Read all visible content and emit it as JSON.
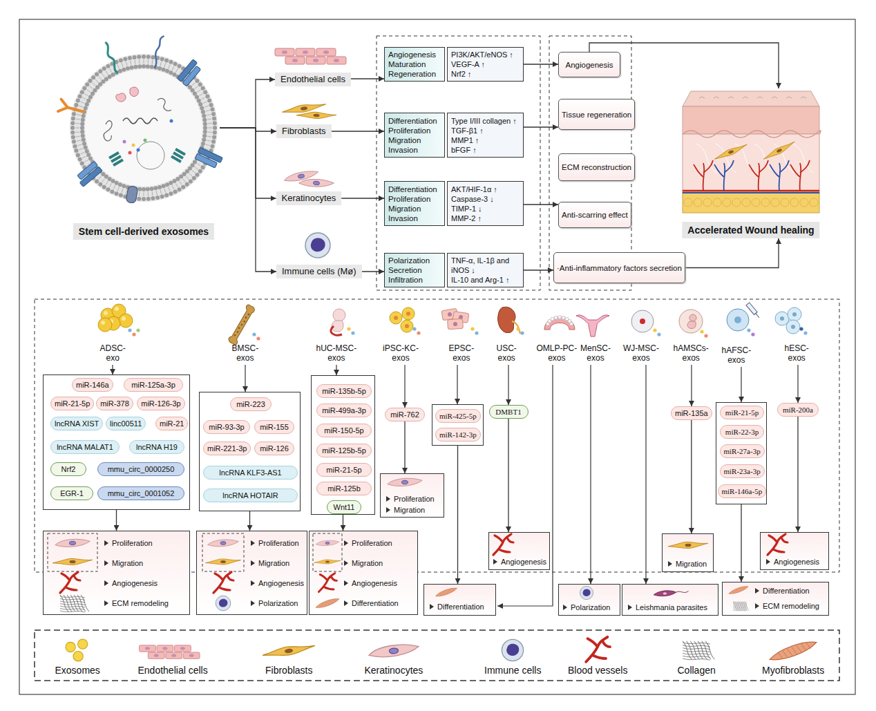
{
  "diagram": {
    "nodes": [
      {
        "text": [
          "Stem cell-derived exosomes"
        ]
      },
      {
        "text": [
          "Endothelial cells"
        ]
      },
      {
        "text": [
          "Fibroblasts"
        ]
      },
      {
        "text": [
          "Keratinocytes"
        ]
      },
      {
        "text": [
          "Immune cells (Mø)"
        ]
      },
      {
        "text": [
          "Angiogenesis",
          "Maturation",
          "Regeneration"
        ]
      },
      {
        "text": [
          "PI3K/AKT/eNOS ↑",
          "VEGF-A ↑",
          "Nrf2 ↑"
        ]
      },
      {
        "text": [
          "Differentiation",
          "Proliferation",
          "Migration",
          "Invasion"
        ]
      },
      {
        "text": [
          "Type I/III collagen ↑",
          "TGF-β1 ↑",
          "MMP1 ↑",
          "bFGF ↑"
        ]
      },
      {
        "text": [
          "Differentiation",
          "Proliferation",
          "Migration",
          "Invasion"
        ]
      },
      {
        "text": [
          "AKT/HIF-1α ↑",
          "Caspase-3 ↓",
          "TIMP-1 ↓",
          "MMP-2 ↑"
        ]
      },
      {
        "text": [
          "Polarization",
          "Secretion",
          "Infiltration"
        ]
      },
      {
        "text": [
          "TNF-α, IL-1β and iNOS ↓",
          "IL-10 and Arg-1 ↑"
        ]
      },
      {
        "text": [
          "Angiogenesis"
        ]
      },
      {
        "text": [
          "Tissue regeneration"
        ]
      },
      {
        "text": [
          "ECM reconstruction"
        ]
      },
      {
        "text": [
          "Anti-scarring effect"
        ]
      },
      {
        "text": [
          "·Anti-inflammatory factors secretion"
        ]
      },
      {
        "text": [
          "Accelerated Wound healing"
        ]
      },
      {
        "text": []
      },
      {
        "text": [
          "miR-146a"
        ],
        "in": 19
      },
      {
        "text": [
          "miR-125a-3p"
        ],
        "in": 19
      },
      {
        "text": [
          "miR-21-5p"
        ],
        "in": 19
      },
      {
        "text": [
          "miR-378"
        ],
        "in": 19
      },
      {
        "text": [
          "miR-126-3p"
        ],
        "in": 19
      },
      {
        "text": [
          "lncRNA XIST"
        ],
        "in": 19
      },
      {
        "text": [
          "linc00511"
        ],
        "in": 19
      },
      {
        "text": [
          "miR-21"
        ],
        "in": 19
      },
      {
        "text": [
          "lncRNA MALAT1"
        ],
        "in": 19
      },
      {
        "text": [
          "lncRNA H19"
        ],
        "in": 19
      },
      {
        "text": [
          "Nrf2"
        ],
        "in": 19
      },
      {
        "text": [
          "mmu_circ_0000250"
        ],
        "in": 19
      },
      {
        "text": [
          "EGR-1"
        ],
        "in": 19
      },
      {
        "text": [
          "mmu_circ_0001052"
        ],
        "in": 19
      },
      {
        "text": [
          "Proliferation",
          "Migration",
          "Angiogenesis",
          "ECM remodeling"
        ]
      },
      {
        "text": []
      },
      {
        "text": [
          "miR-223"
        ],
        "in": 35
      },
      {
        "text": [
          "miR-93-3p"
        ],
        "in": 35
      },
      {
        "text": [
          "miR-155"
        ],
        "in": 35
      },
      {
        "text": [
          "miR-221-3p"
        ],
        "in": 35
      },
      {
        "text": [
          "miR-126"
        ],
        "in": 35
      },
      {
        "text": [
          "lncRNA KLF3-AS1"
        ],
        "in": 35
      },
      {
        "text": [
          "lncRNA HOTAIR"
        ],
        "in": 35
      },
      {
        "text": [
          "Proliferation",
          "Migration",
          "Angiogenesis",
          "Polarization"
        ]
      },
      {
        "text": []
      },
      {
        "text": [
          "miR-135b-5p"
        ],
        "in": 44
      },
      {
        "text": [
          "miR-499a-3p"
        ],
        "in": 44
      },
      {
        "text": [
          "miR-150-5p"
        ],
        "in": 44
      },
      {
        "text": [
          "miR-125b-5p"
        ],
        "in": 44
      },
      {
        "text": [
          "miR-21-5p"
        ],
        "in": 44
      },
      {
        "text": [
          "miR-125b"
        ],
        "in": 44
      },
      {
        "text": [
          "Wnt11"
        ],
        "in": 44
      },
      {
        "text": [
          "Proliferation",
          "Migration",
          "Angiogenesis",
          "Differentiation"
        ]
      },
      {
        "text": [
          "miR-762"
        ]
      },
      {
        "text": [
          "Proliferation",
          "Migration"
        ]
      },
      {
        "text": []
      },
      {
        "text": [
          "miR-425-5p"
        ],
        "in": 55
      },
      {
        "text": [
          "miR-142-3p"
        ],
        "in": 55
      },
      {
        "text": [
          "Differentiation"
        ]
      },
      {
        "text": [
          "DMBT1"
        ]
      },
      {
        "text": [
          "Angiogenesis"
        ]
      },
      {
        "text": [
          "Polarization"
        ]
      },
      {
        "text": [
          "Leishmania parasites"
        ]
      },
      {
        "text": [
          "miR-135a"
        ]
      },
      {
        "text": [
          "Migration"
        ]
      },
      {
        "text": []
      },
      {
        "text": [
          "miR-21-5p"
        ],
        "in": 65
      },
      {
        "text": [
          "miR-22-3p"
        ],
        "in": 65
      },
      {
        "text": [
          "miR-27a-3p"
        ],
        "in": 65
      },
      {
        "text": [
          "miR-23a-3p"
        ],
        "in": 65
      },
      {
        "text": [
          "miR-146a-5p"
        ],
        "in": 65
      },
      {
        "text": [
          "Differentiation",
          "ECM remodeling"
        ]
      },
      {
        "text": [
          "miR-200a"
        ]
      },
      {
        "text": [
          "Angiogenesis"
        ]
      }
    ],
    "edges": [
      {
        "from": 0,
        "to": 1,
        "arrow": "to"
      },
      {
        "from": 0,
        "to": 2,
        "arrow": "to"
      },
      {
        "from": 0,
        "to": 3,
        "arrow": "to"
      },
      {
        "from": 0,
        "to": 4,
        "arrow": "to"
      },
      {
        "from": 1,
        "to": 5,
        "arrow": "to"
      },
      {
        "from": 2,
        "to": 7,
        "arrow": "to"
      },
      {
        "from": 3,
        "to": 9,
        "arrow": "to"
      },
      {
        "from": 4,
        "to": 11,
        "arrow": "to"
      },
      {
        "from": 6,
        "to": 13,
        "arrow": "to"
      },
      {
        "from": 8,
        "to": 14,
        "arrow": "to"
      },
      {
        "from": 10,
        "to": 16,
        "arrow": "to"
      },
      {
        "from": 12,
        "to": 17,
        "arrow": "to"
      },
      {
        "from": 13,
        "to": 18,
        "arrow": "to"
      },
      {
        "from": 17,
        "to": 18,
        "arrow": "to"
      },
      {
        "from": 19,
        "to": 34,
        "arrow": "to"
      },
      {
        "from": 35,
        "to": 43,
        "arrow": "to"
      },
      {
        "from": 44,
        "to": 52,
        "arrow": "to"
      },
      {
        "from": 53,
        "to": 54,
        "arrow": "to"
      },
      {
        "from": 55,
        "to": 58,
        "arrow": "to"
      },
      {
        "from": 59,
        "to": 60,
        "arrow": "to"
      },
      {
        "from": 63,
        "to": 64,
        "arrow": "to"
      },
      {
        "from": 65,
        "to": 71,
        "arrow": "to"
      },
      {
        "from": 72,
        "to": 73,
        "arrow": "to"
      }
    ],
    "labels": [
      "ADSC- exo",
      "BMSC- exos",
      "hUC-MSC- exos",
      "iPSC-KC- exos",
      "EPSC- exos",
      "USC- exos",
      "OMLP-PC- exos",
      "MenSC- exos",
      "WJ-MSC- exos",
      "hAMSCs- exos",
      "hAFSC- exos",
      "hESC- exos"
    ],
    "legend": [
      {
        "text": "Exosomes"
      },
      {
        "text": "Endothelial cells"
      },
      {
        "text": "Fibroblasts"
      },
      {
        "text": "Keratinocytes"
      },
      {
        "text": "Immune cells"
      },
      {
        "text": "Blood vessels"
      },
      {
        "text": "Collagen"
      },
      {
        "text": "Myofibroblasts"
      }
    ]
  }
}
